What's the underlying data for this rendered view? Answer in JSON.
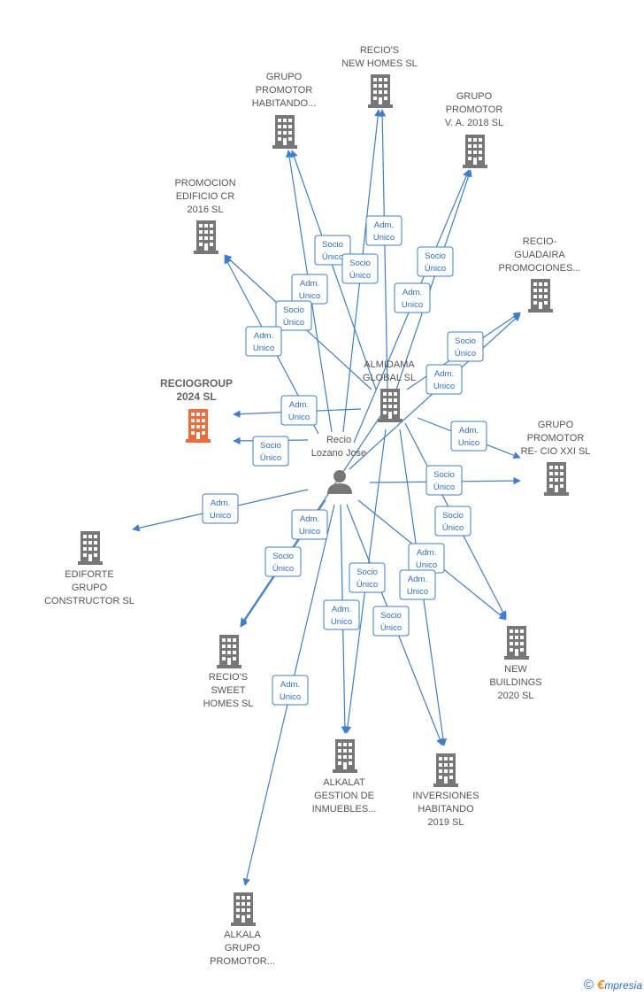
{
  "colors": {
    "edge": "#3a7fd6",
    "building": "#777777",
    "highlight": "#f26a35",
    "person": "#777777"
  },
  "person": {
    "lines": [
      "Recio",
      "Lozano Jose"
    ]
  },
  "nodes": [
    {
      "id": "reciogroup",
      "lines": [
        "RECIOGROUP",
        "2024  SL"
      ],
      "highlight": true
    },
    {
      "id": "almidama",
      "lines": [
        "ALMIDAMA",
        "GLOBAL  SL"
      ]
    },
    {
      "id": "recios-new-homes",
      "lines": [
        "RECIO'S",
        "NEW HOMES  SL"
      ]
    },
    {
      "id": "grupo-habitando",
      "lines": [
        "GRUPO",
        "PROMOTOR",
        "HABITANDO..."
      ]
    },
    {
      "id": "grupo-va2018",
      "lines": [
        "GRUPO",
        "PROMOTOR",
        "V. A. 2018  SL"
      ]
    },
    {
      "id": "promocion-cr",
      "lines": [
        "PROMOCION",
        "EDIFICIO CR",
        "2016  SL"
      ]
    },
    {
      "id": "recio-guadaira",
      "lines": [
        "RECIO-",
        "GUADAIRA",
        "PROMOCIONES..."
      ]
    },
    {
      "id": "grupo-recio-xxi",
      "lines": [
        "GRUPO",
        "PROMOTOR",
        "RE- CIO XXI  SL"
      ]
    },
    {
      "id": "ediforte",
      "lines": [
        "EDIFORTE",
        "GRUPO",
        "CONSTRUCTOR SL"
      ]
    },
    {
      "id": "recios-sweet",
      "lines": [
        "RECIO'S",
        "SWEET",
        "HOMES  SL"
      ]
    },
    {
      "id": "new-buildings",
      "lines": [
        "NEW",
        "BUILDINGS",
        "2020  SL"
      ]
    },
    {
      "id": "alkalat",
      "lines": [
        "ALKALAT",
        "GESTION DE",
        "INMUEBLES..."
      ]
    },
    {
      "id": "inversiones",
      "lines": [
        "INVERSIONES",
        "HABITANDO",
        "2019  SL"
      ]
    },
    {
      "id": "alkala",
      "lines": [
        "ALKALA",
        "GRUPO",
        "PROMOTOR..."
      ]
    }
  ],
  "edge_labels": [
    {
      "lines": [
        "Socio",
        "Único"
      ]
    },
    {
      "lines": [
        "Adm.",
        "Unico"
      ]
    },
    {
      "lines": [
        "Socio",
        "Único"
      ]
    },
    {
      "lines": [
        "Adm.",
        "Unico"
      ]
    },
    {
      "lines": [
        "Socio",
        "Único"
      ]
    },
    {
      "lines": [
        "Adm.",
        "Unico"
      ]
    },
    {
      "lines": [
        "Socio",
        "Único"
      ]
    },
    {
      "lines": [
        "Adm.",
        "Unico"
      ]
    },
    {
      "lines": [
        "Socio",
        "Único"
      ]
    },
    {
      "lines": [
        "Adm.",
        "Unico"
      ]
    },
    {
      "lines": [
        "Socio",
        "Único"
      ]
    },
    {
      "lines": [
        "Adm.",
        "Unico"
      ]
    },
    {
      "lines": [
        "Adm.",
        "Unico"
      ]
    },
    {
      "lines": [
        "Socio",
        "Único"
      ]
    },
    {
      "lines": [
        "Adm.",
        "Unico"
      ]
    },
    {
      "lines": [
        "Socio",
        "Único"
      ]
    },
    {
      "lines": [
        "Adm.",
        "Unico"
      ]
    },
    {
      "lines": [
        "Socio",
        "Único"
      ]
    },
    {
      "lines": [
        "Adm.",
        "Unico"
      ]
    },
    {
      "lines": [
        "Socio",
        "Único"
      ]
    },
    {
      "lines": [
        "Adm.",
        "Unico"
      ]
    },
    {
      "lines": [
        "Adm.",
        "Unico"
      ]
    },
    {
      "lines": [
        "Socio",
        "Único"
      ]
    },
    {
      "lines": [
        "Adm.",
        "Unico"
      ]
    }
  ],
  "footer": {
    "copyright": "©",
    "brand_first": "€",
    "brand_rest": "mpresia"
  }
}
